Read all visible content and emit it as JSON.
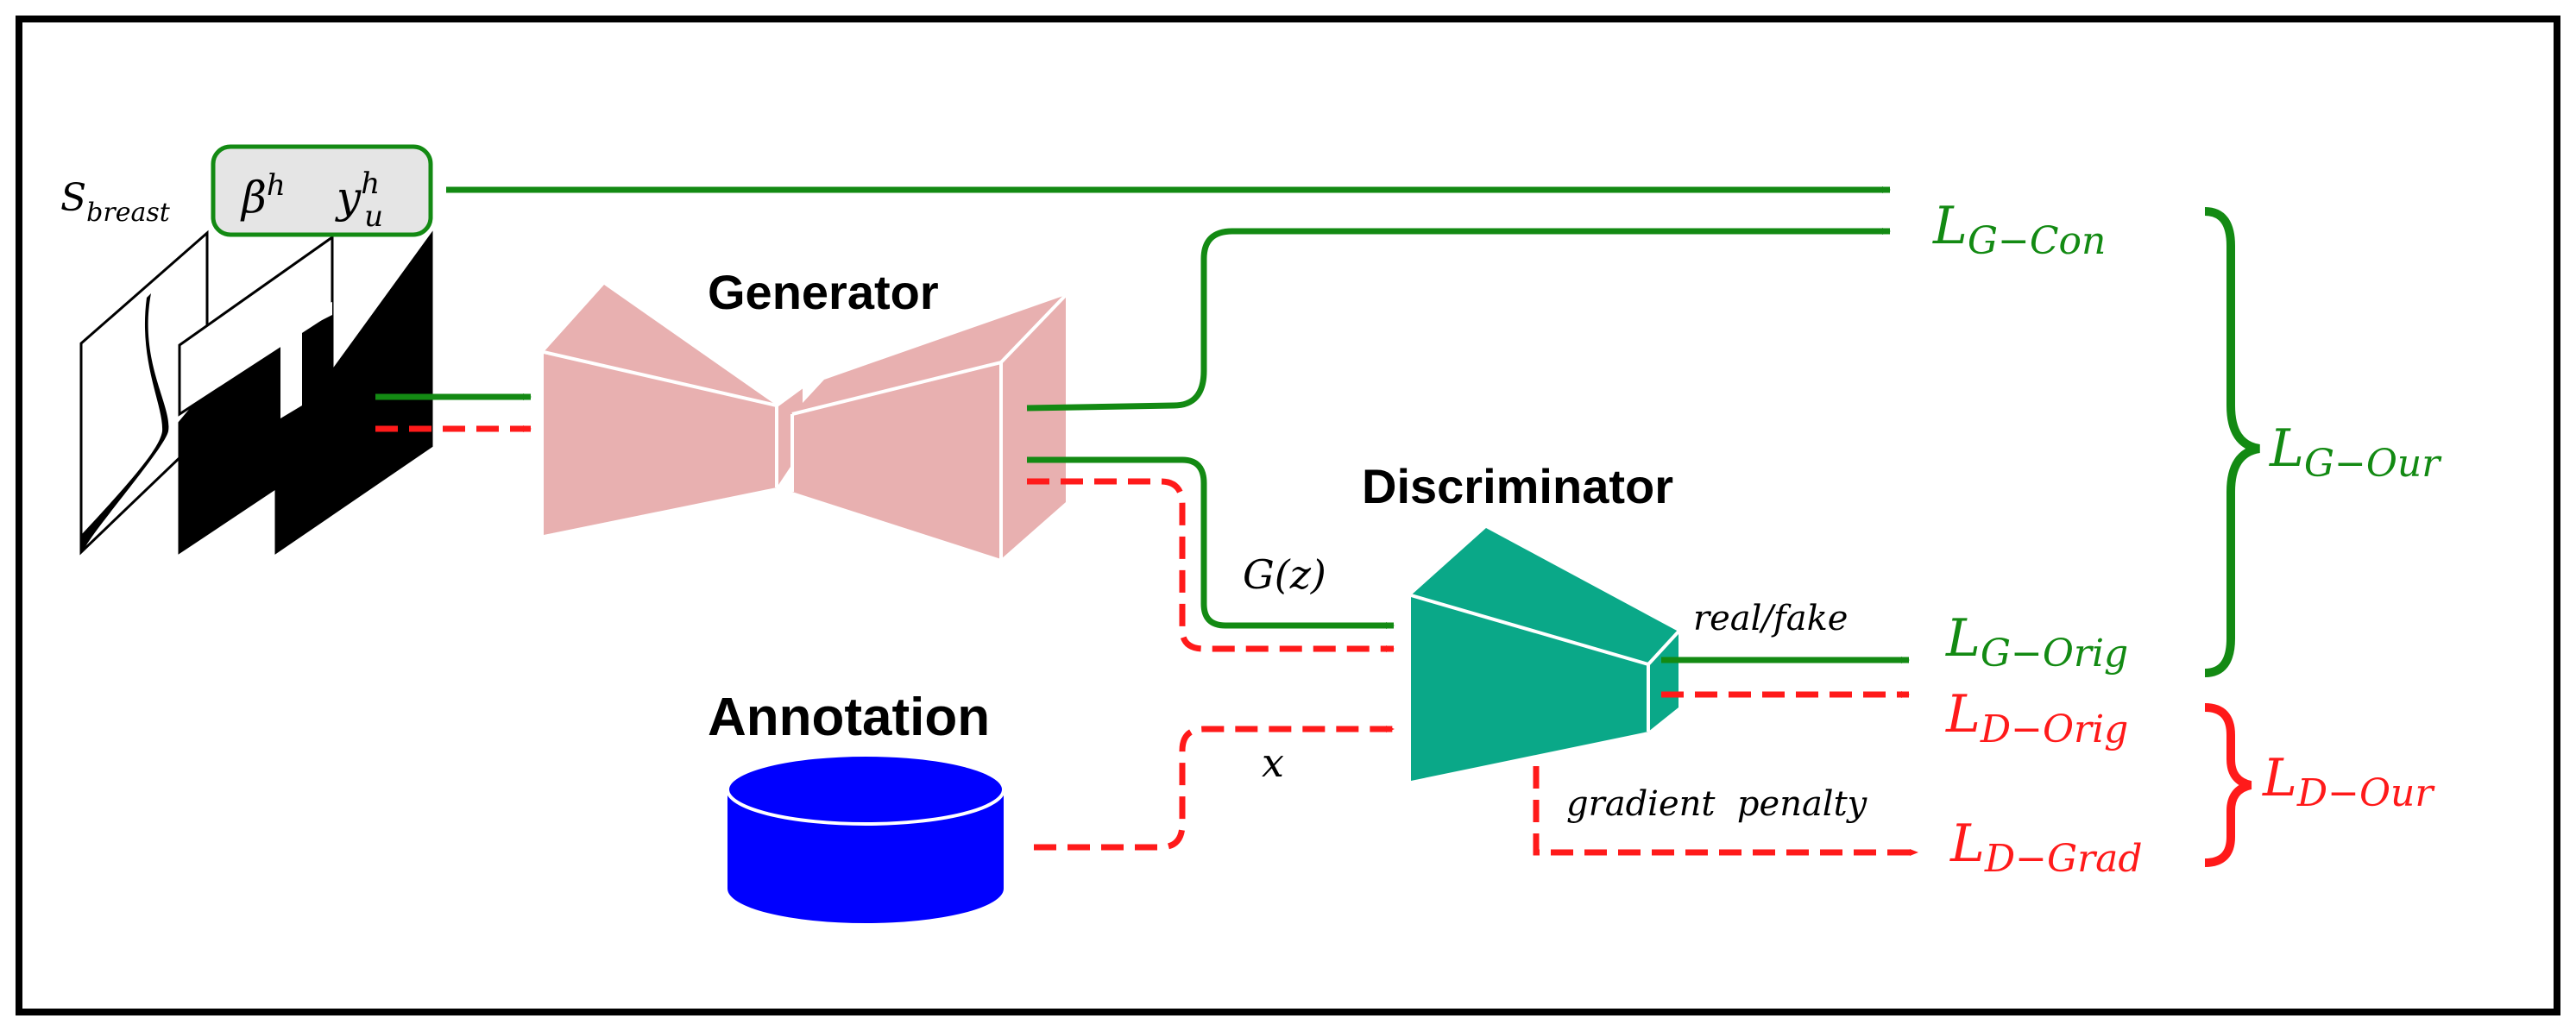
{
  "labels": {
    "generator": "Generator",
    "discriminator": "Discriminator",
    "annotation": "Annotation",
    "real_fake": "real/fake",
    "gradient_penalty": "gradient  penalty",
    "g_of_z": "G(z)",
    "x": "x"
  },
  "input": {
    "s_main": "S",
    "s_sub": "breast",
    "beta_main": "β",
    "beta_sup": "h",
    "y_main": "y",
    "y_sup": "h",
    "y_sub": "u"
  },
  "losses": {
    "g_con": {
      "main": "L",
      "sub": "G−Con"
    },
    "g_our": {
      "main": "L",
      "sub": "G−Our"
    },
    "g_orig": {
      "main": "L",
      "sub": "G−Orig"
    },
    "d_orig": {
      "main": "L",
      "sub": "D−Orig"
    },
    "d_our": {
      "main": "L",
      "sub": "D−Our"
    },
    "d_grad": {
      "main": "L",
      "sub": "D−Grad"
    }
  },
  "colors": {
    "green": "#138a13",
    "red": "#ff1a1a",
    "generator": "#e8b0b0",
    "discriminator": "#0aa888",
    "annotation": "#0000ff",
    "param_box": "#e5e5e5"
  }
}
